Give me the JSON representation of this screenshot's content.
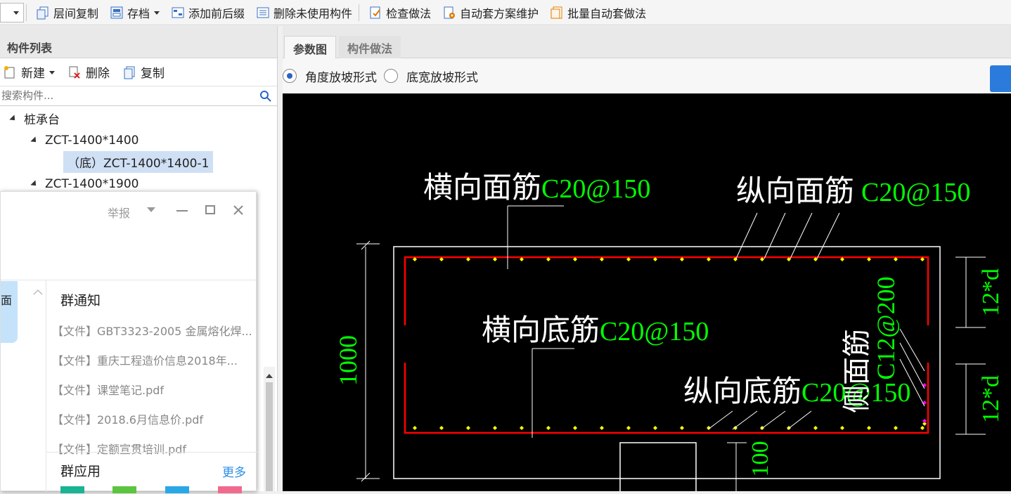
{
  "toolbar": {
    "items": [
      {
        "label": "层间复制"
      },
      {
        "label": "存档"
      },
      {
        "label": "添加前后缀"
      },
      {
        "label": "删除未使用构件"
      },
      {
        "label": "检查做法"
      },
      {
        "label": "自动套方案维护"
      },
      {
        "label": "批量自动套做法"
      }
    ]
  },
  "component_panel": {
    "title": "构件列表",
    "new_label": "新建",
    "delete_label": "删除",
    "copy_label": "复制",
    "search_placeholder": "搜索构件...",
    "tree": {
      "root": "桩承台",
      "group1": "ZCT-1400*1400",
      "leaf1": "（底）ZCT-1400*1400-1",
      "group2": "ZCT-1400*1900"
    }
  },
  "chat_popup": {
    "report_label": "举报",
    "bubble_text": "面",
    "notice_title": "群通知",
    "files": [
      "【文件】GBT3323-2005 金属熔化焊...",
      "【文件】重庆工程造价信息2018年...",
      "【文件】课堂笔记.pdf",
      "【文件】2018.6月信息价.pdf",
      "【文件】定额宣贯培训.pdf"
    ],
    "apps_title": "群应用",
    "more_label": "更多"
  },
  "editor": {
    "tabs": [
      "参数图",
      "构件做法"
    ],
    "radio_angle": "角度放坡形式",
    "radio_width": "底宽放坡形式"
  },
  "drawing": {
    "top_transverse_label": "横向面筋",
    "top_transverse_value": "C20@150",
    "top_longitudinal_label": "纵向面筋",
    "top_longitudinal_value": "C20@150",
    "bottom_transverse_label": "横向底筋",
    "bottom_transverse_value": "C20@150",
    "bottom_longitudinal_label": "纵向底筋",
    "bottom_longitudinal_value": "C20@150",
    "side_label": "侧面筋",
    "side_value": "C12@200",
    "height_dim": "1000",
    "anchor_top": "12*d",
    "anchor_bottom": "12*d",
    "pile_dim": "100",
    "colors": {
      "text": "#ffffff",
      "value": "#00ff00",
      "rebar": "#ff0000",
      "dot": "#ffff00",
      "side_dot": "#ff00ff"
    }
  }
}
